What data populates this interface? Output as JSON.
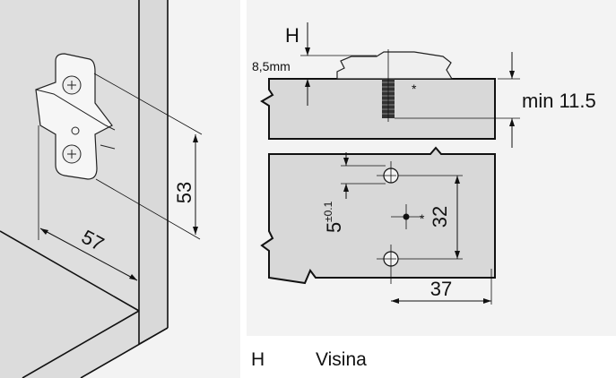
{
  "left_view": {
    "dim_height": "53",
    "dim_depth": "57"
  },
  "right_view": {
    "label_h": "H",
    "dim_h": "8,5mm",
    "dim_min": "min 11.5",
    "screw_mark": "*",
    "center_mark": "*",
    "dim_offset": "5",
    "dim_offset_tol": "±0.1",
    "dim_spacing": "32",
    "dim_width": "37"
  },
  "legend": {
    "key": "H",
    "value": "Visina"
  }
}
